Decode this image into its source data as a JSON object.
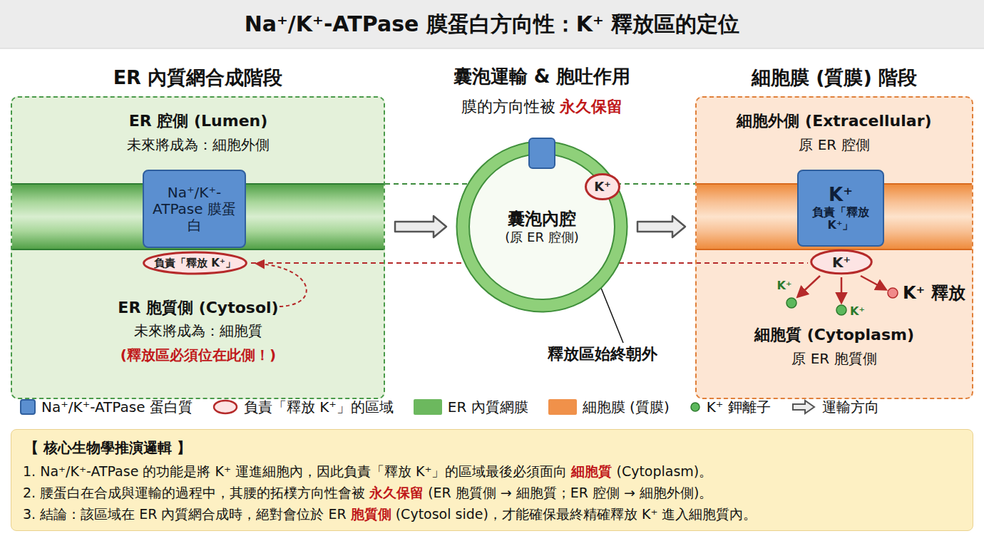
{
  "diagram": {
    "title": "Na⁺/K⁺-ATPase 膜蛋白方向性：K⁺ 釋放區的定位",
    "nodes": [
      {
        "text": [
          "ER 內質網合成階段"
        ]
      },
      {
        "text": [
          "Na⁺/K⁺-ATPase 膜蛋白"
        ],
        "in": 0
      },
      {
        "text": [
          "負責「釋放 K⁺」"
        ],
        "in": 0
      },
      {
        "text": [
          "囊泡內腔",
          "(原 ER 腔側)"
        ]
      },
      {
        "text": [
          "K⁺"
        ],
        "in": 3
      },
      {
        "text": [
          "細胞膜 (質膜) 階段"
        ]
      },
      {
        "text": [
          "K⁺",
          "負責「釋放 K⁺」"
        ],
        "in": 5
      },
      {
        "text": [
          "K⁺"
        ],
        "in": 5
      },
      {
        "text": [
          "【 核心生物學推演邏輯 】"
        ]
      }
    ],
    "edges": [
      {
        "from": 0,
        "to": 3,
        "arrow": "to"
      },
      {
        "from": 3,
        "to": 5,
        "arrow": "to"
      },
      {
        "from": 2,
        "to": 7,
        "arrow": "none"
      }
    ],
    "labels": [
      "ER 腔側 (Lumen)",
      "未來將成為：細胞外側",
      "ER 胞質側 (Cytosol)",
      "未來將成為：細胞質",
      "(釋放區必須位在此側！)",
      "囊泡運輸 & 胞吐作用",
      "膜的方向性被",
      "永久保留",
      "釋放區始終朝外",
      "細胞外側 (Extracellular)",
      "原 ER 腔側",
      "K⁺",
      "K⁺",
      "K⁺ 釋放",
      "細胞質 (Cytoplasm)",
      "原 ER 胞質側",
      "1. Na⁺/K⁺-ATPase 的功能是將 K⁺ 運進細胞內，因此負責「釋放 K⁺」的區域最後必須面向",
      "細胞質",
      "(Cytoplasm)。",
      "2. 腰蛋白在合成與運輸的過程中，其腰的拓樸方向性會被",
      "永久保留",
      "(ER 胞質側 → 細胞質；ER 腔側 → 細胞外側)。",
      "3. 結論：該區域在 ER 內質網合成時，絕對會位於 ER",
      "胞質側",
      "(Cytosol side)，才能確保最終精確釋放 K⁺ 進入細胞質內。"
    ],
    "legend": [
      {
        "text": "Na⁺/K⁺-ATPase 蛋白質",
        "color": "#5b8fd0"
      },
      {
        "text": "負責「釋放 K⁺」的區域"
      },
      {
        "text": "ER 內質網膜",
        "color": "#6cb85e"
      },
      {
        "text": "細胞膜 (質膜)",
        "color": "#f0914a"
      },
      {
        "text": "K⁺ 鉀離子"
      },
      {
        "text": "運輸方向"
      }
    ]
  }
}
